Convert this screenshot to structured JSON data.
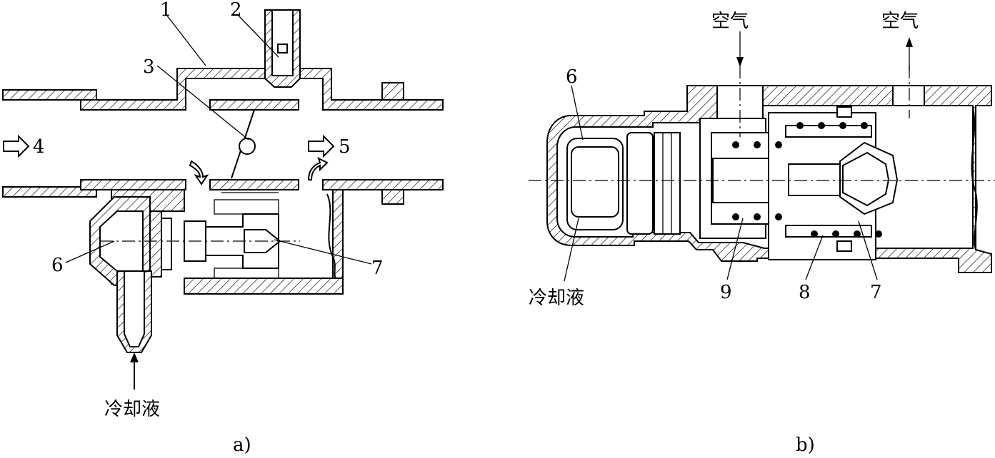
{
  "figure_a": {
    "caption": "a)",
    "labels": {
      "n1": "1",
      "n2": "2",
      "n3": "3",
      "n4": "4",
      "n5": "5",
      "n6": "6",
      "n7": "7"
    },
    "coolant": "冷却液"
  },
  "figure_b": {
    "caption": "b)",
    "labels": {
      "n6": "6",
      "n7": "7",
      "n8": "8",
      "n9": "9"
    },
    "air_in": "空气",
    "air_out": "空气",
    "coolant": "冷却液"
  }
}
